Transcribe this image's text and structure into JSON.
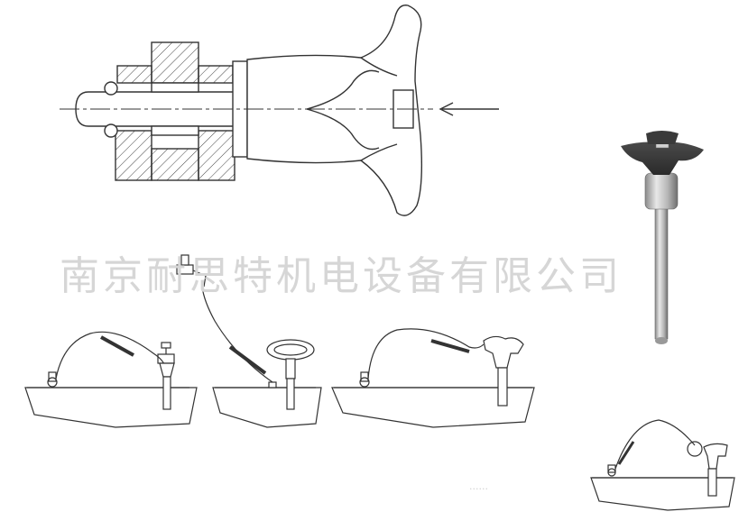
{
  "watermark": {
    "text": "南京耐思特机电设备有限公司",
    "small_text": "......"
  },
  "corner_mark": "'",
  "figures": [
    {
      "name": "section-drawing",
      "icon": "ball-lock-pin-section-icon"
    },
    {
      "name": "product-photo",
      "icon": "ball-lock-pin-photo-icon"
    },
    {
      "name": "usage-illustrations",
      "icon": "lanyard-mount-icon"
    }
  ]
}
